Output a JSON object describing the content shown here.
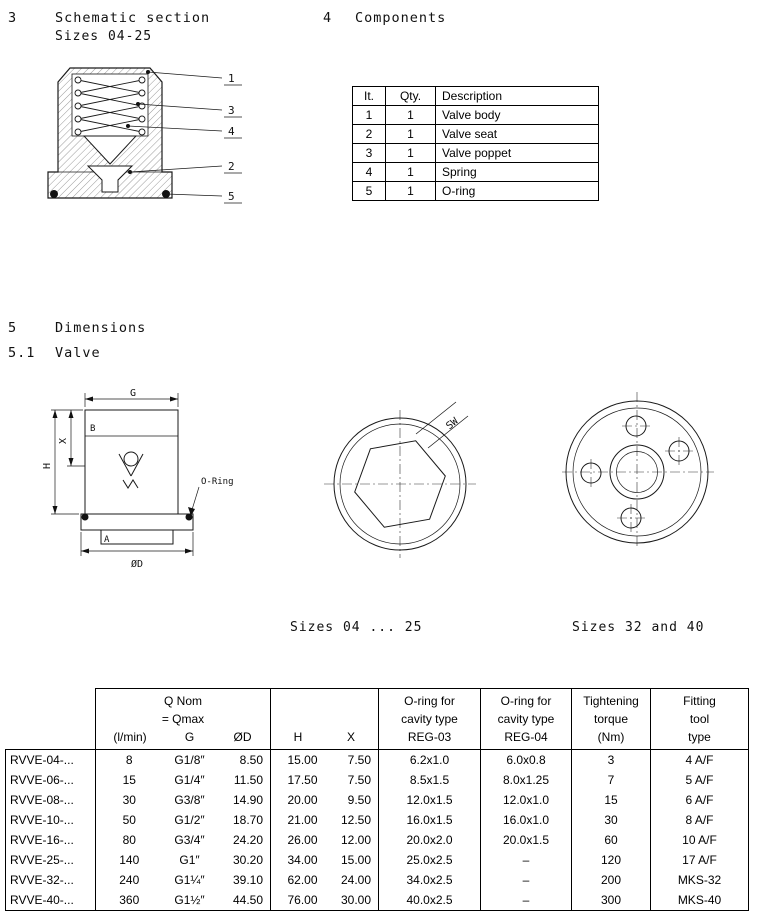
{
  "sections": {
    "s3": {
      "number": "3",
      "title": "Schematic section",
      "subtitle": "Sizes 04-25"
    },
    "s4": {
      "number": "4",
      "title": "Components"
    },
    "s5": {
      "number": "5",
      "title": "Dimensions"
    },
    "s5_1": {
      "number": "5.1",
      "title": "Valve"
    }
  },
  "schematic": {
    "callouts": [
      "1",
      "3",
      "4",
      "2",
      "5"
    ]
  },
  "valve_drawing": {
    "labels": {
      "g": "G",
      "b": "B",
      "x": "X",
      "h": "H",
      "oring": "O-Ring",
      "a": "A",
      "od": "ØD"
    }
  },
  "hex_drawing": {
    "label": "SW",
    "caption": "Sizes 04 ... 25"
  },
  "flange_drawing": {
    "caption": "Sizes 32 and 40"
  },
  "components_table": {
    "headers": [
      "It.",
      "Qty.",
      "Description"
    ],
    "rows": [
      [
        "1",
        "1",
        "Valve body"
      ],
      [
        "2",
        "1",
        "Valve seat"
      ],
      [
        "3",
        "1",
        "Valve poppet"
      ],
      [
        "4",
        "1",
        "Spring"
      ],
      [
        "5",
        "1",
        "O-ring"
      ]
    ]
  },
  "dimensions_table": {
    "header": {
      "q_lines": [
        "Q Nom",
        "= Qmax",
        "(l/min)"
      ],
      "g": "G",
      "od": "ØD",
      "h": "H",
      "x": "X",
      "reg03_lines": [
        "O-ring for",
        "cavity type",
        "REG-03"
      ],
      "reg04_lines": [
        "O-ring for",
        "cavity type",
        "REG-04"
      ],
      "torque_lines": [
        "Tightening",
        "torque",
        "(Nm)"
      ],
      "tool_lines": [
        "Fitting",
        "tool",
        "type"
      ]
    },
    "rows": [
      {
        "model": "RVVE-04-...",
        "q": "8",
        "g": "G1/8″",
        "od": "8.50",
        "h": "15.00",
        "x": "7.50",
        "reg03": "6.2x1.0",
        "reg04": "6.0x0.8",
        "torque": "3",
        "tool": "4 A/F"
      },
      {
        "model": "RVVE-06-...",
        "q": "15",
        "g": "G1/4″",
        "od": "11.50",
        "h": "17.50",
        "x": "7.50",
        "reg03": "8.5x1.5",
        "reg04": "8.0x1.25",
        "torque": "7",
        "tool": "5 A/F"
      },
      {
        "model": "RVVE-08-...",
        "q": "30",
        "g": "G3/8″",
        "od": "14.90",
        "h": "20.00",
        "x": "9.50",
        "reg03": "12.0x1.5",
        "reg04": "12.0x1.0",
        "torque": "15",
        "tool": "6 A/F"
      },
      {
        "model": "RVVE-10-...",
        "q": "50",
        "g": "G1/2″",
        "od": "18.70",
        "h": "21.00",
        "x": "12.50",
        "reg03": "16.0x1.5",
        "reg04": "16.0x1.0",
        "torque": "30",
        "tool": "8 A/F"
      },
      {
        "model": "RVVE-16-...",
        "q": "80",
        "g": "G3/4″",
        "od": "24.20",
        "h": "26.00",
        "x": "12.00",
        "reg03": "20.0x2.0",
        "reg04": "20.0x1.5",
        "torque": "60",
        "tool": "10 A/F"
      },
      {
        "model": "RVVE-25-...",
        "q": "140",
        "g": "G1″",
        "od": "30.20",
        "h": "34.00",
        "x": "15.00",
        "reg03": "25.0x2.5",
        "reg04": "–",
        "torque": "120",
        "tool": "17 A/F"
      },
      {
        "model": "RVVE-32-...",
        "q": "240",
        "g": "G1¼″",
        "od": "39.10",
        "h": "62.00",
        "x": "24.00",
        "reg03": "34.0x2.5",
        "reg04": "–",
        "torque": "200",
        "tool": "MKS-32"
      },
      {
        "model": "RVVE-40-...",
        "q": "360",
        "g": "G1½″",
        "od": "44.50",
        "h": "76.00",
        "x": "30.00",
        "reg03": "40.0x2.5",
        "reg04": "–",
        "torque": "300",
        "tool": "MKS-40"
      }
    ]
  }
}
